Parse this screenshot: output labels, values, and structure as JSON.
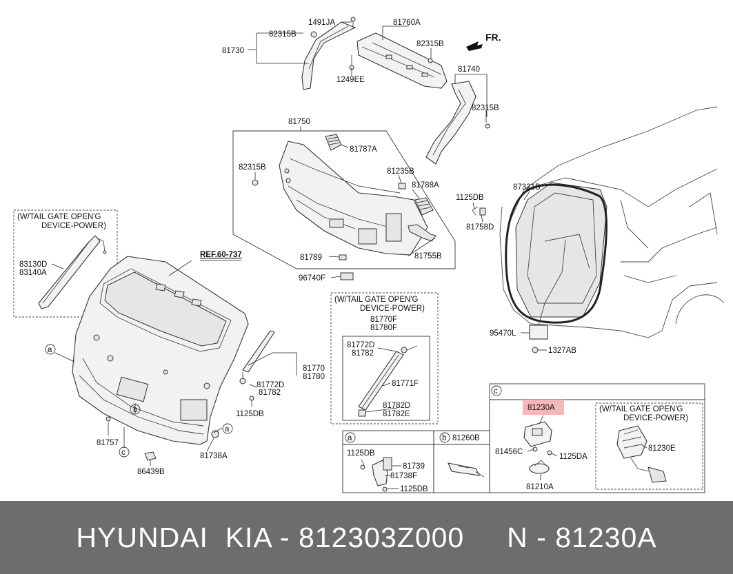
{
  "diagram": {
    "labels": {
      "l1491ja": "1491JA",
      "l81760a": "81760A",
      "l82315b_a": "82315B",
      "l81730": "81730",
      "l82315b_b": "82315B",
      "l1249ee": "1249EE",
      "lfr": "FR.",
      "l81740": "81740",
      "l82315b_c": "82315B",
      "l81750": "81750",
      "l81787a": "81787A",
      "l82315b_d": "82315B",
      "l81235b": "81235B",
      "l81788a": "81788A",
      "l1125db_a": "1125DB",
      "l81758d": "81758D",
      "l87321b": "87321B",
      "l81789": "81789",
      "l81755b": "81755B",
      "l96740f": "96740F",
      "lwtg1a": "(W/TAIL GATE OPEN'G",
      "lwtg1b": "DEVICE-POWER)",
      "l83130d": "83130D",
      "l83140a": "83140A",
      "lref": "REF.60-737",
      "lwtg2a": "(W/TAIL GATE OPEN'G",
      "lwtg2b": "DEVICE-POWER)",
      "l81770f": "81770F",
      "l81780f": "81780F",
      "l81772d_a": "81772D",
      "l81782_a": "81782",
      "l81771f": "81771F",
      "l81782d": "81782D",
      "l81782e": "81782E",
      "l95470l": "95470L",
      "l1327ab": "1327AB",
      "lca": "a",
      "l81770": "81770",
      "l81780": "81780",
      "l81772d_b": "81772D",
      "l81782_b": "81782",
      "l1125db_b": "1125DB",
      "lcb": "b",
      "lca2": "a",
      "l81757": "81757",
      "lcc": "c",
      "l81738a": "81738A",
      "l86439b": "86439B",
      "la_hdr": "a",
      "lb_hdr": "b",
      "l81260b": "81260B",
      "l1125db_c": "1125DB",
      "l81739": "81739",
      "l81738f": "81738F",
      "l1125db_d": "1125DB",
      "lc_hdr": "c",
      "l81230a": "81230A",
      "l81456c": "81456C",
      "l1125da": "1125DA",
      "l81210a": "81210A",
      "lwtg3a": "(W/TAIL GATE OPEN'G",
      "lwtg3b": "DEVICE-POWER)",
      "l81230e": "81230E"
    },
    "highlight_color": "#f5b8b8"
  },
  "footer": {
    "text": "HYUNDAI  KIA - 812303Z000     N - 81230A"
  }
}
